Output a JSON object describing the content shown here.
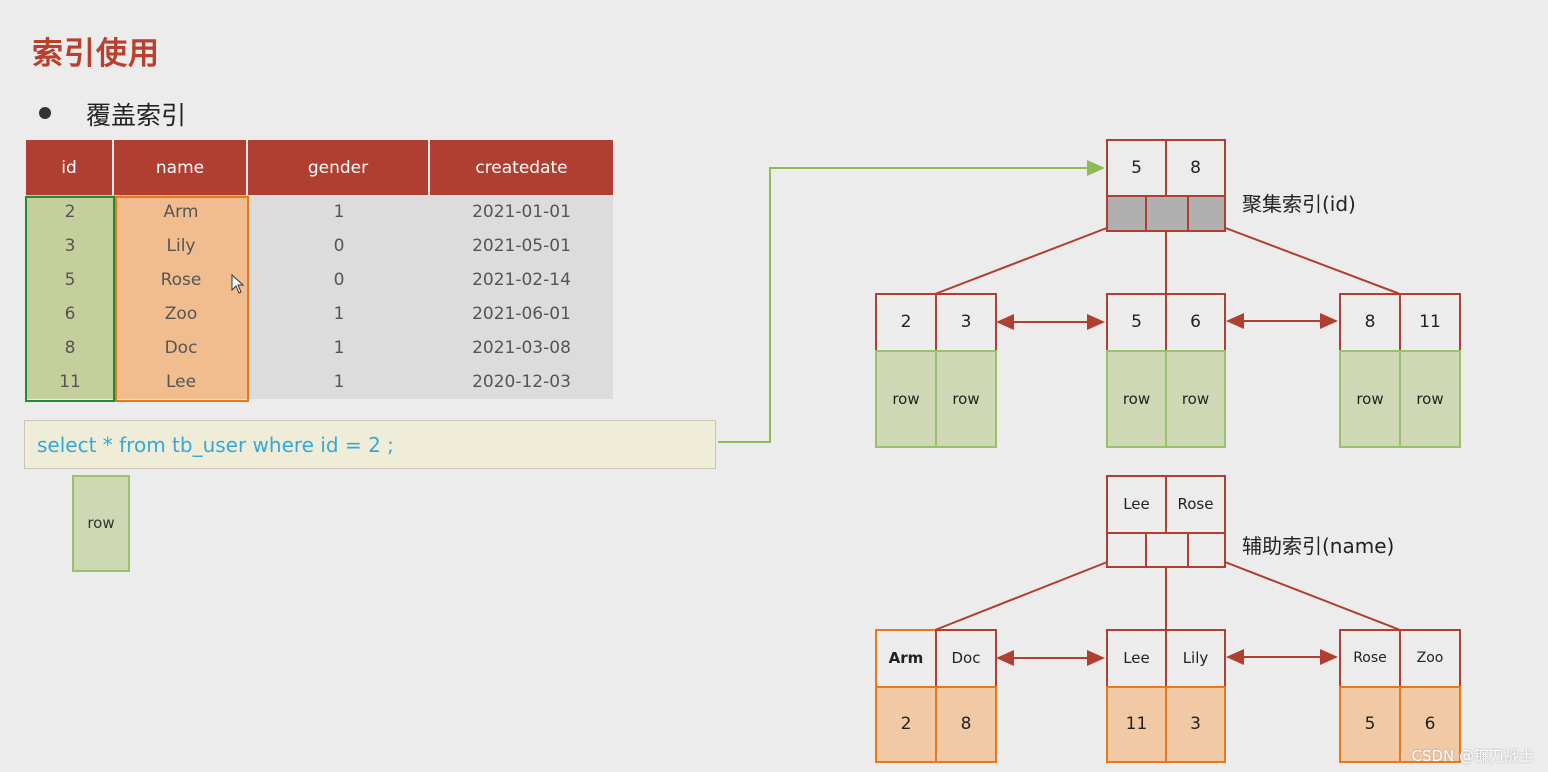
{
  "title": "索引使用",
  "bullet": "覆盖索引",
  "table": {
    "headers": [
      "id",
      "name",
      "gender",
      "createdate"
    ],
    "rows": [
      [
        "2",
        "Arm",
        "1",
        "2021-01-01"
      ],
      [
        "3",
        "Lily",
        "0",
        "2021-05-01"
      ],
      [
        "5",
        "Rose",
        "0",
        "2021-02-14"
      ],
      [
        "6",
        "Zoo",
        "1",
        "2021-06-01"
      ],
      [
        "8",
        "Doc",
        "1",
        "2021-03-08"
      ],
      [
        "11",
        "Lee",
        "1",
        "2020-12-03"
      ]
    ]
  },
  "sql": "select * from tb_user where id = 2 ;",
  "result_row": "row",
  "clustered": {
    "label": "聚集索引(id)",
    "root": [
      "5",
      "8"
    ],
    "leaves": [
      {
        "keys": [
          "2",
          "3"
        ],
        "rows": [
          "row",
          "row"
        ]
      },
      {
        "keys": [
          "5",
          "6"
        ],
        "rows": [
          "row",
          "row"
        ]
      },
      {
        "keys": [
          "8",
          "11"
        ],
        "rows": [
          "row",
          "row"
        ]
      }
    ]
  },
  "secondary": {
    "label": "辅助索引(name)",
    "root": [
      "Lee",
      "Rose"
    ],
    "leaves": [
      {
        "keys": [
          "Arm",
          "Doc"
        ],
        "ids": [
          "2",
          "8"
        ]
      },
      {
        "keys": [
          "Lee",
          "Lily"
        ],
        "ids": [
          "11",
          "3"
        ]
      },
      {
        "keys": [
          "Rose",
          "Zoo"
        ],
        "ids": [
          "5",
          "6"
        ]
      }
    ]
  },
  "watermark": "CSDN @镰刀战士",
  "colors": {
    "accent": "#b03f31",
    "id_column": "#c5cf9c",
    "name_column": "#f1bd8f",
    "sql_text": "#35a8d8"
  }
}
